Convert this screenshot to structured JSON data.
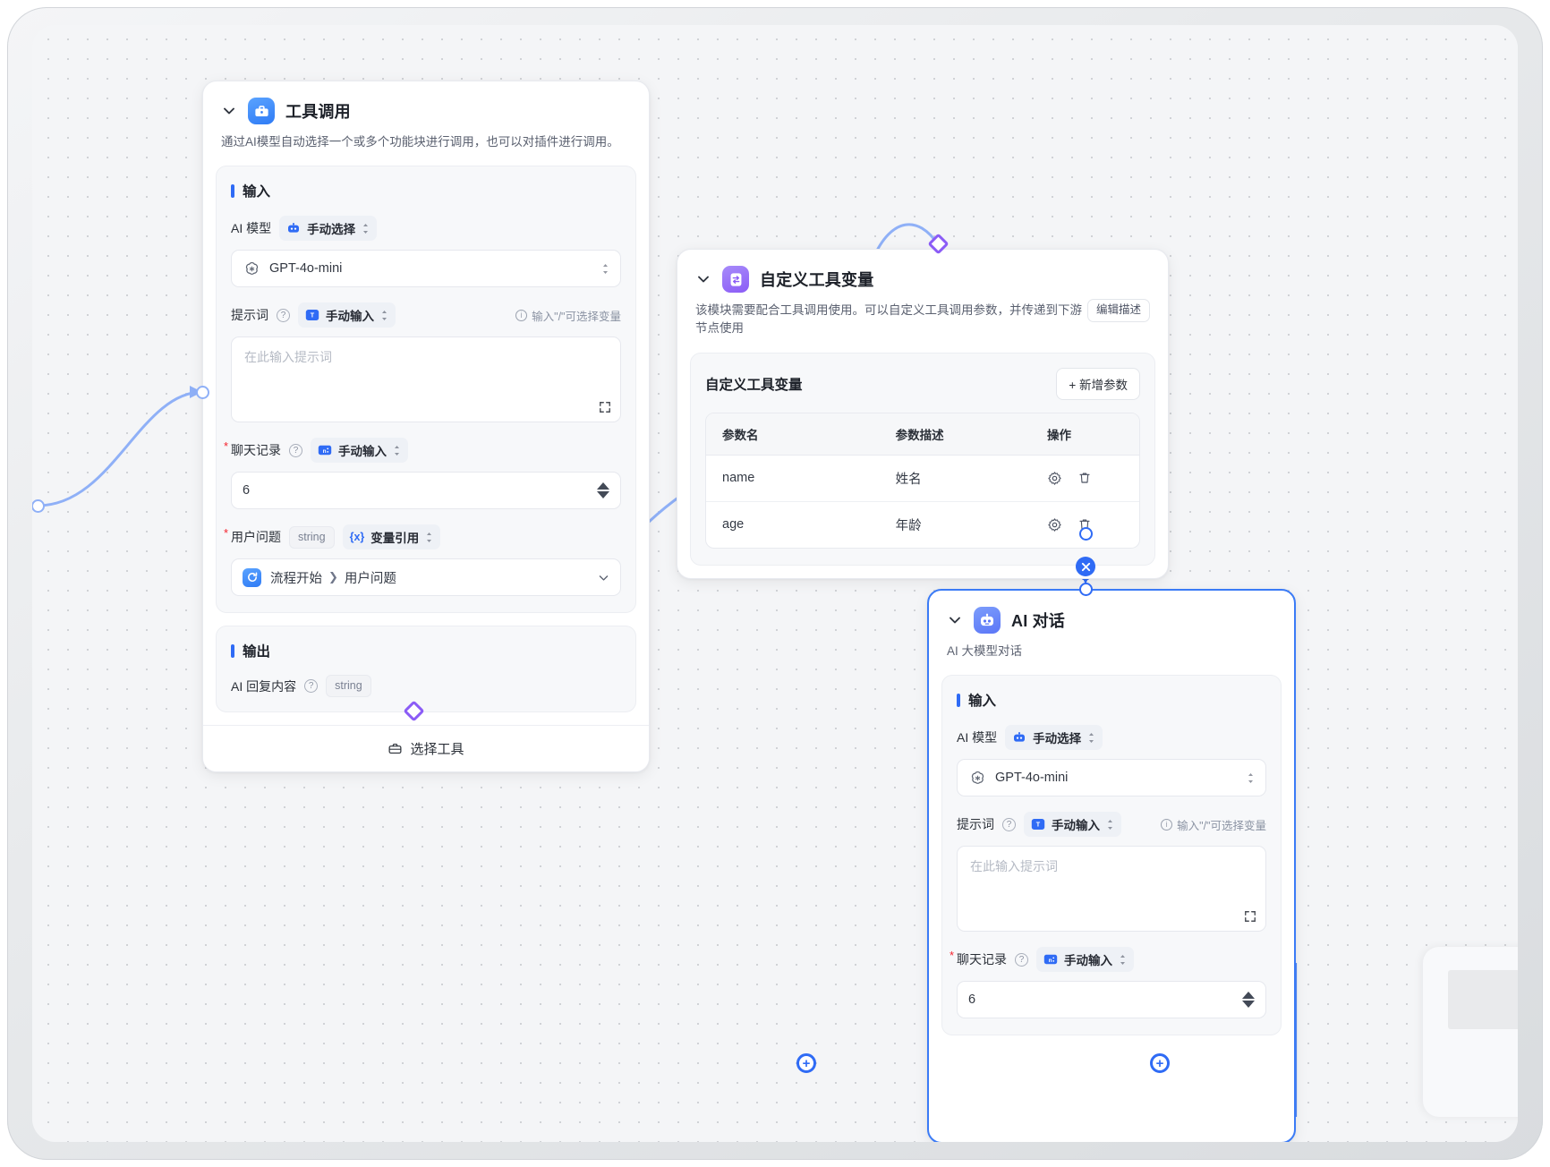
{
  "canvas": {
    "grid": true,
    "background_color": "#f4f5f7",
    "accent_blue": "#2f6bf5",
    "accent_purple": "#8b5cf6"
  },
  "nodes": [
    {
      "id": "tool-call",
      "title": "工具调用",
      "description": "通过AI模型自动选择一个或多个功能块进行调用，也可以对插件进行调用。",
      "icon": "toolbox-icon",
      "input_section_label": "输入",
      "output_section_label": "输出",
      "fields": {
        "model_label": "AI 模型",
        "model_mode": "手动选择",
        "model_value": "GPT-4o-mini",
        "prompt_label": "提示词",
        "prompt_mode": "手动输入",
        "prompt_hint": "输入\"/\"可选择变量",
        "prompt_placeholder": "在此输入提示词",
        "history_label": "聊天记录",
        "history_mode": "手动输入",
        "history_value": "6",
        "question_label": "用户问题",
        "question_type": "string",
        "question_mode": "变量引用",
        "question_ref_node": "流程开始",
        "question_ref_field": "用户问题"
      },
      "output": {
        "label": "AI 回复内容",
        "type": "string"
      },
      "footer_button": "选择工具"
    },
    {
      "id": "custom-tool-variable",
      "title": "自定义工具变量",
      "description": "该模块需要配合工具调用使用。可以自定义工具调用参数，并传递到下游节点使用",
      "icon": "variable-swap-icon",
      "edit_desc_button": "编辑描述",
      "box_title": "自定义工具变量",
      "add_button": "+ 新增参数",
      "table": {
        "columns": [
          "参数名",
          "参数描述",
          "操作"
        ],
        "rows": [
          {
            "name": "name",
            "desc": "姓名"
          },
          {
            "name": "age",
            "desc": "年龄"
          }
        ],
        "row_actions": [
          "gear-icon",
          "trash-icon"
        ]
      }
    },
    {
      "id": "ai-chat",
      "title": "AI 对话",
      "description": "AI 大模型对话",
      "icon": "robot-icon",
      "selected": true,
      "input_section_label": "输入",
      "fields": {
        "model_label": "AI 模型",
        "model_mode": "手动选择",
        "model_value": "GPT-4o-mini",
        "prompt_label": "提示词",
        "prompt_mode": "手动输入",
        "prompt_hint": "输入\"/\"可选择变量",
        "prompt_placeholder": "在此输入提示词",
        "history_label": "聊天记录",
        "history_mode": "手动输入",
        "history_value": "6"
      }
    }
  ],
  "edges": [
    {
      "from": "canvas-left",
      "to": "tool-call-input",
      "style": "curve",
      "color": "#8fb0f7"
    },
    {
      "from": "tool-call-tool-handle",
      "to": "custom-tool-variable",
      "style": "curve",
      "color": "#8fb0f7"
    },
    {
      "from": "custom-tool-variable-bottom",
      "to": "ai-chat-top",
      "style": "arrow",
      "color": "#2f6bf5",
      "delete_icon": "close-icon"
    }
  ]
}
